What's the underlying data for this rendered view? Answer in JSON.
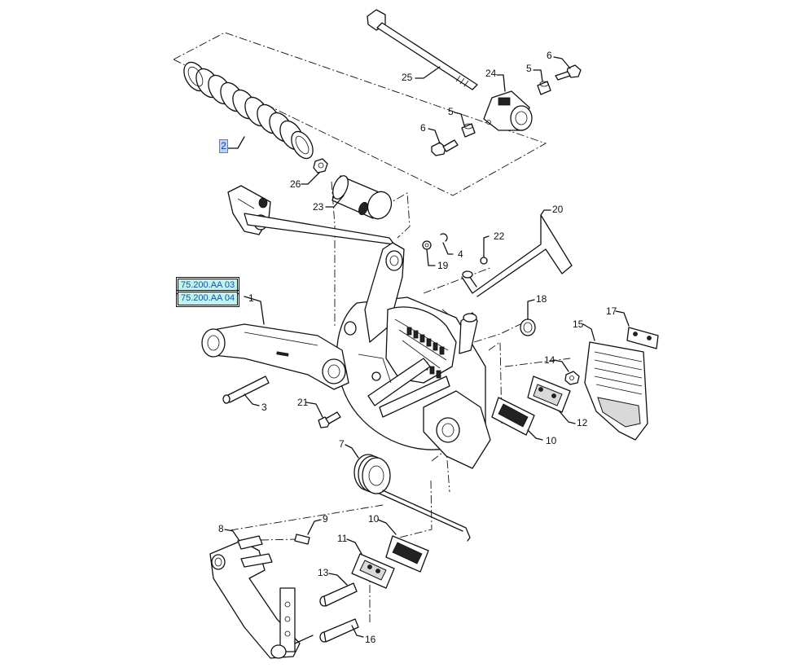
{
  "diagram": {
    "references": [
      {
        "id": "ref-1",
        "label": "75.200.AA 03"
      },
      {
        "id": "ref-2",
        "label": "75.200.AA 04"
      }
    ],
    "highlighted_callout": "2",
    "callouts": {
      "c1": "1",
      "c3": "3",
      "c4": "4",
      "c5a": "5",
      "c5b": "5",
      "c6a": "6",
      "c6b": "6",
      "c7": "7",
      "c8": "8",
      "c9": "9",
      "c10a": "10",
      "c10b": "10",
      "c11": "11",
      "c12": "12",
      "c13": "13",
      "c14": "14",
      "c15": "15",
      "c16": "16",
      "c17": "17",
      "c18": "18",
      "c19": "19",
      "c20": "20",
      "c21": "21",
      "c22": "22",
      "c23": "23",
      "c24": "24",
      "c25": "25",
      "c26": "26"
    }
  }
}
